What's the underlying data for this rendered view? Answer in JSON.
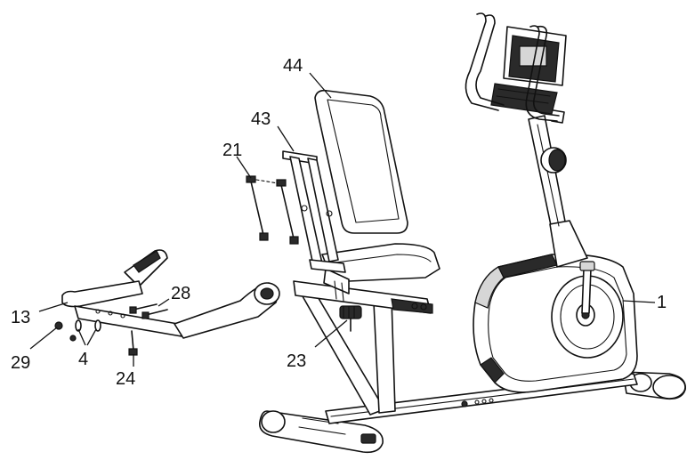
{
  "diagram": {
    "callouts": {
      "p1": "1",
      "p4": "4",
      "p13": "13",
      "p21": "21",
      "p23": "23",
      "p24": "24",
      "p28": "28",
      "p29": "29",
      "p43": "43",
      "p44": "44"
    },
    "parts": [
      {
        "id": "1",
        "name": "main-frame-with-console"
      },
      {
        "id": "13",
        "name": "seat-handlebar"
      },
      {
        "id": "21",
        "name": "bolts"
      },
      {
        "id": "23",
        "name": "seat-adjustment-knob"
      },
      {
        "id": "24",
        "name": "bolt"
      },
      {
        "id": "28",
        "name": "bolts"
      },
      {
        "id": "29",
        "name": "nuts"
      },
      {
        "id": "4",
        "name": "washers"
      },
      {
        "id": "43",
        "name": "backrest-bracket"
      },
      {
        "id": "44",
        "name": "backrest"
      }
    ]
  }
}
